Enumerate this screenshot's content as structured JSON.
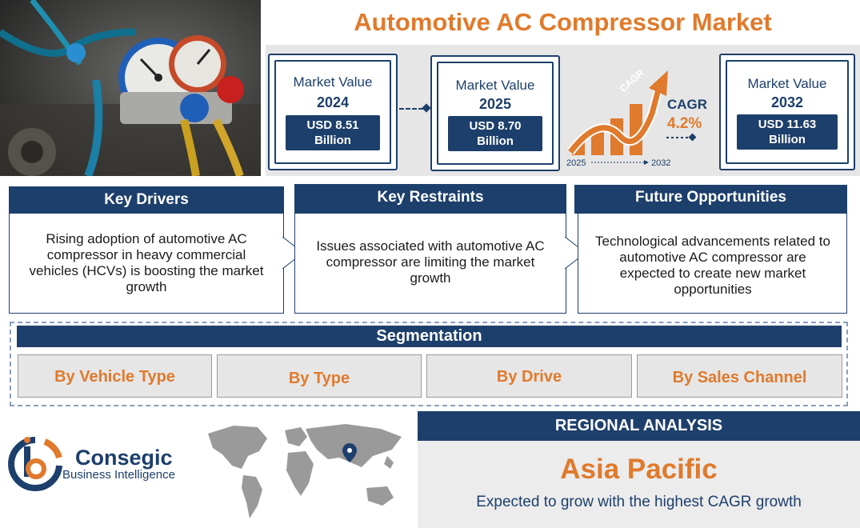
{
  "title": "Automotive AC Compressor Market",
  "market_values": [
    {
      "label": "Market Value",
      "year": "2024",
      "value_line1": "USD 8.51",
      "value_line2": "Billion"
    },
    {
      "label": "Market Value",
      "year": "2025",
      "value_line1": "USD 8.70",
      "value_line2": "Billion"
    },
    {
      "label": "Market Value",
      "year": "2032",
      "value_line1": "USD 11.63",
      "value_line2": "Billion"
    }
  ],
  "cagr": {
    "arrow_text": "CAGR",
    "label": "CAGR",
    "value": "4.2%",
    "start_year": "2025",
    "end_year": "2032"
  },
  "key_drivers": {
    "heading": "Key Drivers",
    "text": "Rising adoption of automotive AC compressor in heavy commercial vehicles (HCVs) is boosting the market growth"
  },
  "key_restraints": {
    "heading": "Key Restraints",
    "text": "Issues associated with automotive AC compressor are limiting the market growth"
  },
  "future_opportunities": {
    "heading": "Future Opportunities",
    "text": "Technological advancements related to automotive AC compressor are expected to create new market opportunities"
  },
  "segmentation": {
    "heading": "Segmentation",
    "items": [
      "By Vehicle Type",
      "By Type",
      "By Drive",
      "By Sales Channel"
    ]
  },
  "brand": {
    "name": "Consegic",
    "subtitle": "Business Intelligence"
  },
  "regional": {
    "heading": "REGIONAL ANALYSIS",
    "region": "Asia Pacific",
    "description": "Expected to grow with the highest CAGR growth"
  },
  "colors": {
    "navy": "#1d3f6b",
    "orange": "#e07a2c",
    "grey": "#e6e6e6"
  },
  "icons": [
    "pressure-gauge-photo",
    "growth-arrow-icon",
    "location-pin-icon",
    "world-map-icon",
    "consegic-logo-icon"
  ]
}
